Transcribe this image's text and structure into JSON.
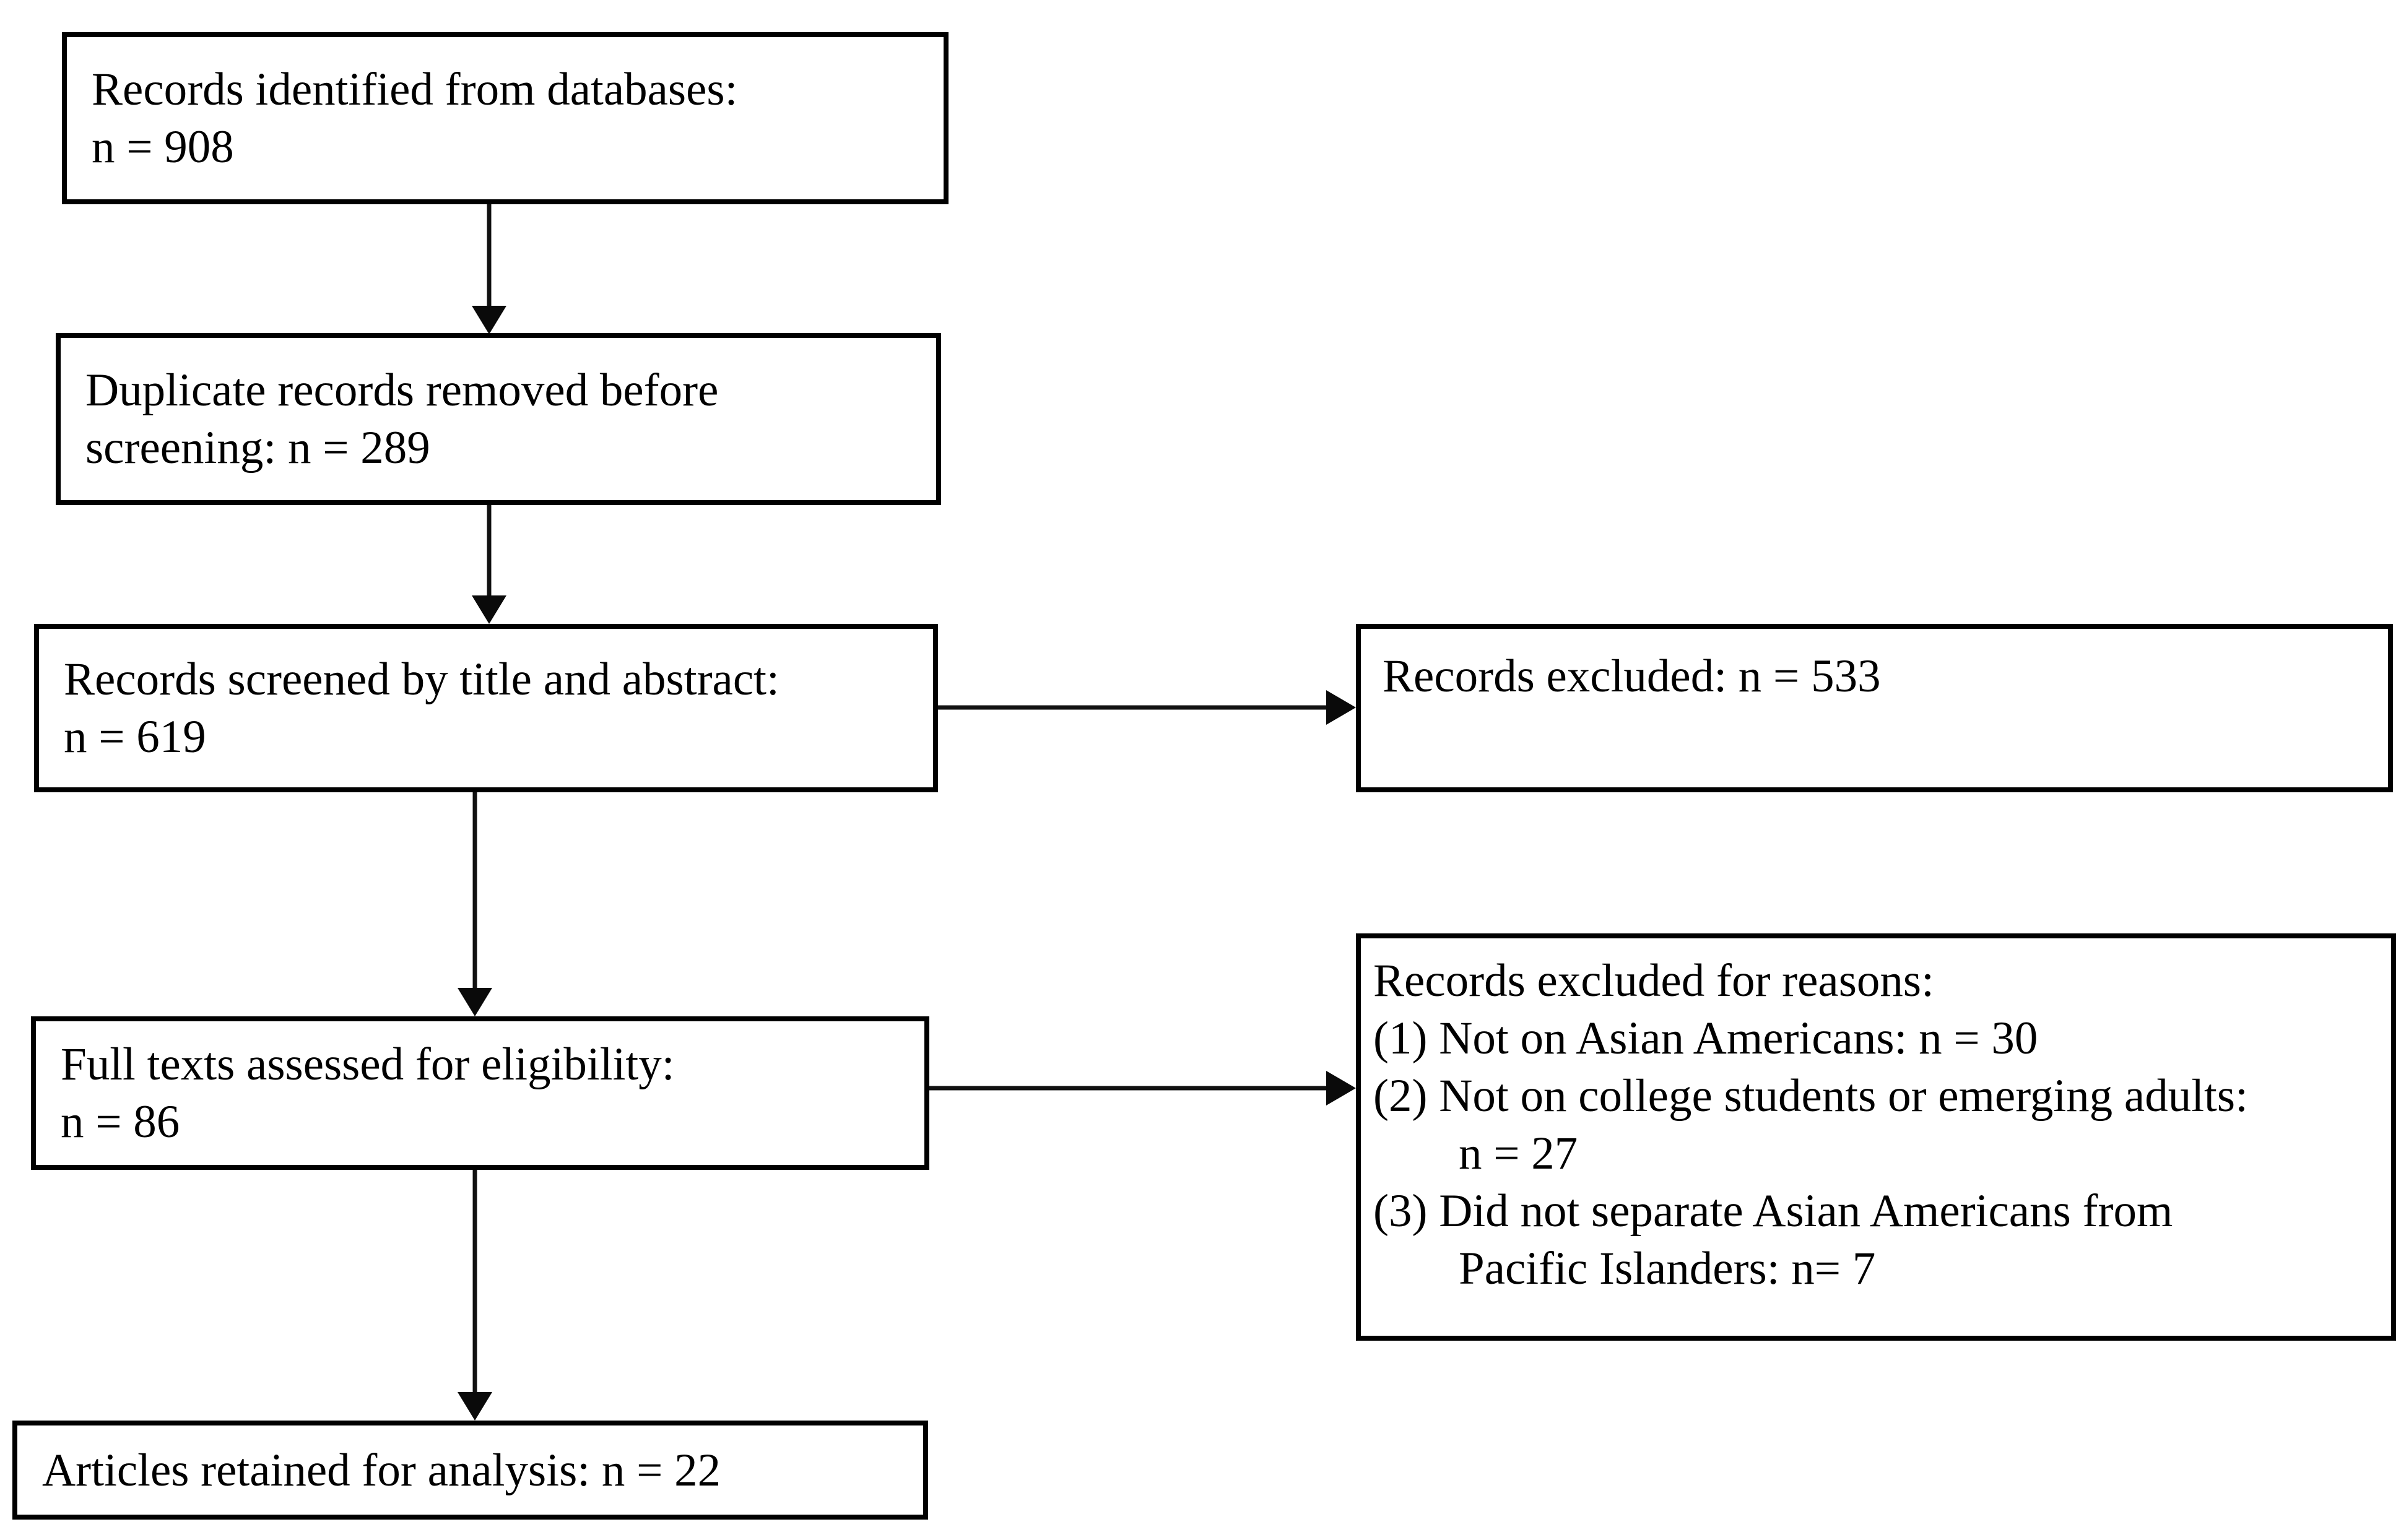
{
  "diagram": {
    "type": "flowchart",
    "description": "Study selection flow diagram",
    "colors": {
      "background": "#ffffff",
      "box_fill": "#ffffff",
      "box_border": "#000000",
      "arrow": "#111111",
      "text": "#000000"
    },
    "boxes": {
      "identified": {
        "lines": [
          "Records identified from databases:",
          "n = 908"
        ]
      },
      "duplicates": {
        "lines": [
          "Duplicate records removed before",
          "screening: n = 289"
        ]
      },
      "screened": {
        "lines": [
          "Records screened by title and abstract:",
          "n = 619"
        ]
      },
      "excluded_screening": {
        "lines": [
          "Records excluded: n = 533"
        ]
      },
      "fulltext": {
        "lines": [
          "Full texts assessed for eligibility:",
          "n = 86"
        ]
      },
      "excluded_fulltext": {
        "lines": [
          "Records excluded for reasons:",
          "(1) Not on Asian Americans: n = 30",
          "(2) Not on college students or emerging adults:",
          "n = 27",
          "(3) Did not separate Asian Americans from",
          "Pacific Islanders: n= 7"
        ]
      },
      "retained": {
        "lines": [
          "Articles retained for analysis: n = 22"
        ]
      }
    },
    "connections": [
      "identified -> duplicates",
      "duplicates -> screened",
      "screened -> excluded_screening",
      "screened -> fulltext",
      "fulltext -> excluded_fulltext",
      "fulltext -> retained"
    ]
  }
}
